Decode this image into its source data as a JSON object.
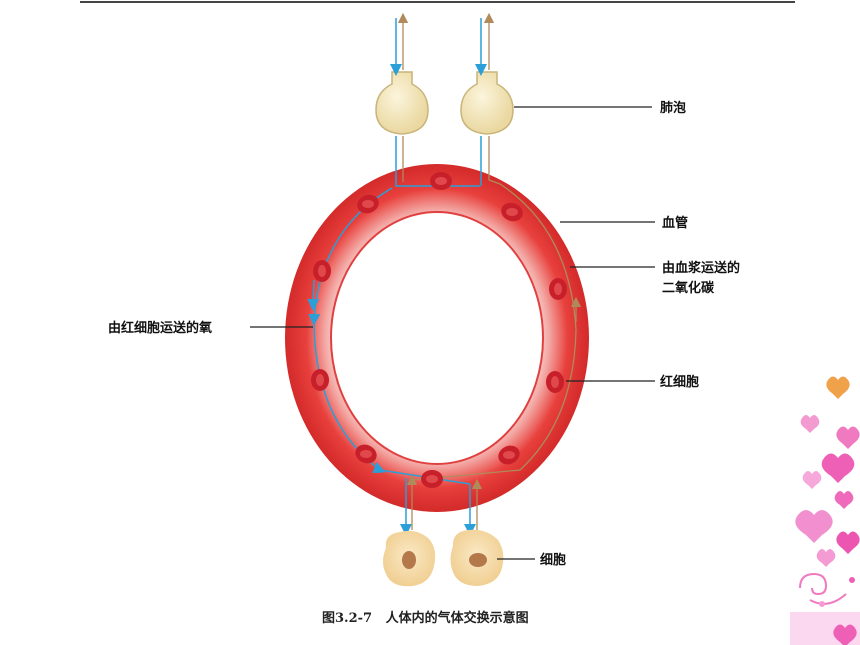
{
  "labels": {
    "alveolus": "肺泡",
    "vessel": "血管",
    "co2_line1": "由血浆运送的",
    "co2_line2": "二氧化碳",
    "oxygen": "由红细胞运送的氧",
    "rbc": "红细胞",
    "cell": "细胞"
  },
  "caption": "图3.2-7   人体内的气体交换示意图",
  "colors": {
    "oxygen_arrow": "#2a9fd8",
    "co2_arrow": "#b08a5a",
    "vessel_red": "#e03a3a",
    "rbc_red": "#c8202a",
    "alveolus_fill": "#f4e6b8",
    "cell_fill": "#f7dca8",
    "nucleus": "#b5784a"
  },
  "icons": [
    "heart-icon",
    "swirl-icon"
  ]
}
